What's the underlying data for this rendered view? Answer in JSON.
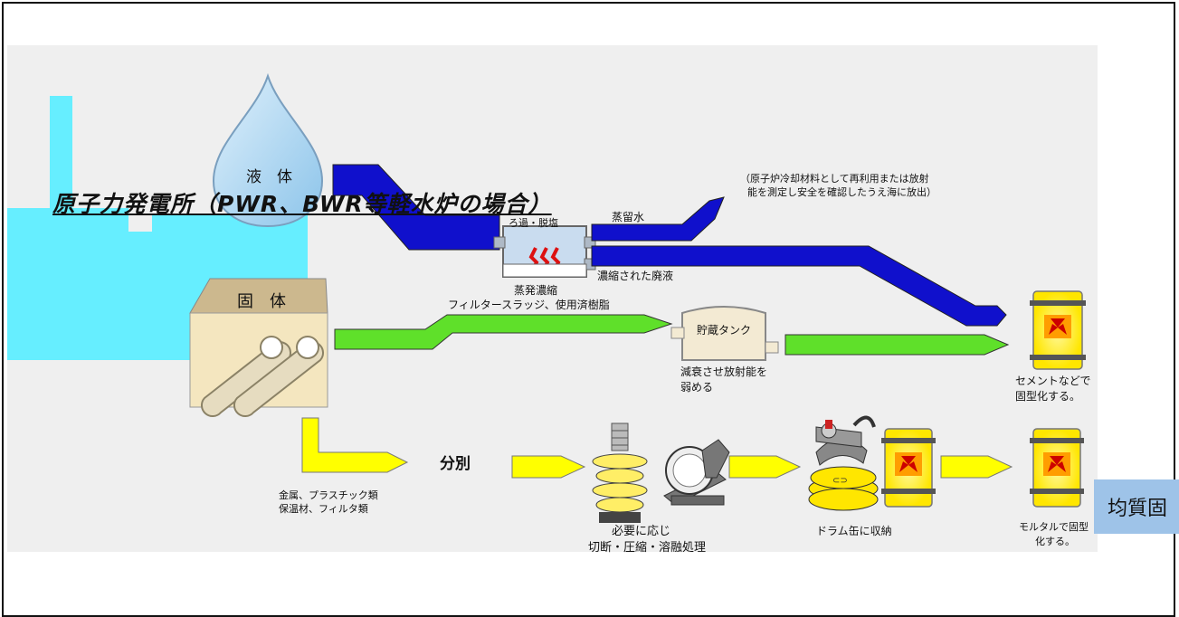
{
  "title": "原子力発電所（PWR、BWR等軽水炉の場合）",
  "liquid": {
    "label": "液　体",
    "filter_label": "ろ過・脱塩",
    "evap_label": "蒸発濃縮",
    "distilled_label": "蒸留水",
    "concentrated_label": "濃縮された廃液",
    "note_line1": "（原子炉冷却材料として再利用または放射",
    "note_line2": "能を測定し安全を確認したうえ海に放出）"
  },
  "solid": {
    "label": "固　体",
    "sludge_label": "フィルタースラッジ、使用済樹脂",
    "tank_label": "貯蔵タンク",
    "decay_line1": "減衰させ放射能を",
    "decay_line2": "弱める",
    "cement_line1": "セメントなどで",
    "cement_line2": "固型化する。"
  },
  "sorting": {
    "label": "分別",
    "metal_line1": "金属、プラスチック類",
    "metal_line2": "保温材、フィルタ類",
    "process_line1": "必要に応じ",
    "process_line2": "切断・圧縮・溶融処理",
    "drum_label": "ドラム缶に収納",
    "mortar_line1": "モルタルで固型",
    "mortar_line2": "化する。"
  },
  "side_label": "均質固",
  "colors": {
    "blue_pipe": "#1010cc",
    "green_pipe": "#5fe02a",
    "yellow_pipe": "#ffff00",
    "plant": "#66eeff",
    "drop": "#a8d4f0",
    "drum": "#ffee00",
    "pill": "#9ec3e8"
  }
}
